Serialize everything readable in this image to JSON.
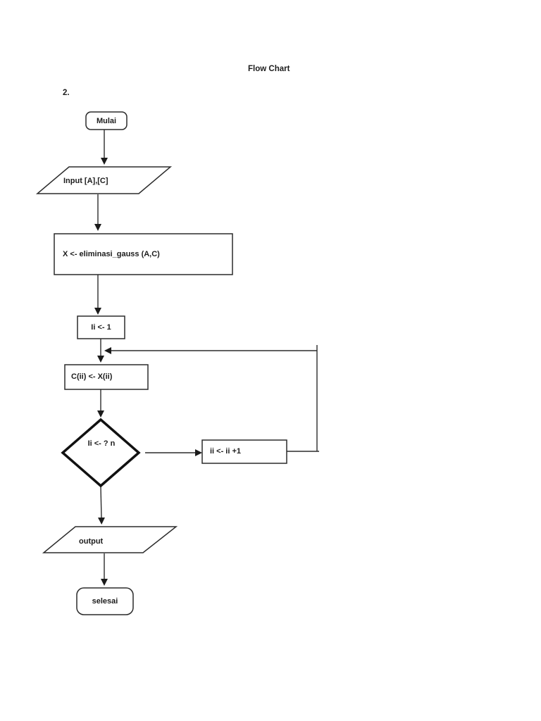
{
  "page": {
    "title": "Flow Chart",
    "item_number": "2."
  },
  "flowchart": {
    "colors": {
      "stroke": "#2b2b2b",
      "decision_stroke": "#111111",
      "text": "#1c1c1c",
      "background": "#ffffff"
    },
    "nodes": [
      {
        "id": "start",
        "type": "terminator",
        "label": "Mulai"
      },
      {
        "id": "input",
        "type": "io",
        "label": "Input [A],[C]"
      },
      {
        "id": "process",
        "type": "process",
        "label": "X <- eliminasi_gauss (A,C)"
      },
      {
        "id": "init",
        "type": "process",
        "label": "Ii <- 1"
      },
      {
        "id": "assign",
        "type": "process",
        "label": "C(ii) <- X(ii)"
      },
      {
        "id": "decision",
        "type": "decision",
        "label": "Ii <- ? n"
      },
      {
        "id": "increment",
        "type": "process",
        "label": "ii <- ii +1"
      },
      {
        "id": "output",
        "type": "io",
        "label": "output"
      },
      {
        "id": "end",
        "type": "terminator",
        "label": "selesai"
      }
    ],
    "edges": [
      {
        "from": "start",
        "to": "input"
      },
      {
        "from": "input",
        "to": "process"
      },
      {
        "from": "process",
        "to": "init"
      },
      {
        "from": "init",
        "to": "assign"
      },
      {
        "from": "assign",
        "to": "decision"
      },
      {
        "from": "decision",
        "to": "increment"
      },
      {
        "from": "increment",
        "to": "assign",
        "kind": "loop-back"
      },
      {
        "from": "decision",
        "to": "output"
      },
      {
        "from": "output",
        "to": "end"
      }
    ]
  }
}
